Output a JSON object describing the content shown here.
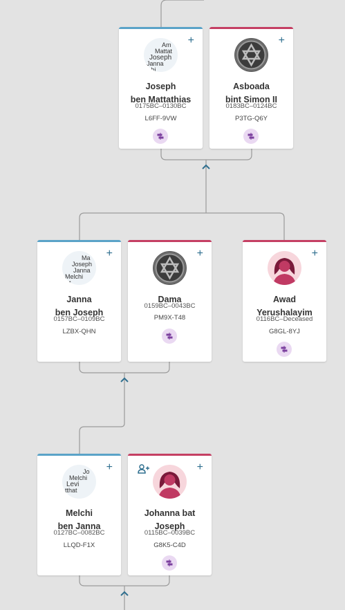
{
  "cards": {
    "joseph": {
      "name1": "Joseph",
      "name2": "ben Mattathias",
      "dates": "0175BC–0130BC",
      "pid": "L6FF-9VW",
      "cloud": [
        "Am",
        "Mattat",
        "Joseph",
        "Janna",
        "lchi"
      ]
    },
    "asboada": {
      "name1": "Asboada",
      "name2": "bint Simon II",
      "dates": "0183BC–0124BC",
      "pid": "P3TG-Q6Y"
    },
    "janna": {
      "name1": "Janna",
      "name2": "ben Joseph",
      "dates": "0157BC–0109BC",
      "pid": "LZBX-QHN",
      "cloud": [
        "Ma",
        "Joseph",
        "Janna",
        "Melchi",
        "t"
      ]
    },
    "dama": {
      "name1": "Dama",
      "name2": "",
      "dates": "0159BC–0043BC",
      "pid": "PM9X-T48"
    },
    "awad": {
      "name1": "Awad",
      "name2": "Yerushalayim",
      "dates": "0116BC–Deceased",
      "pid": "G8GL-8YJ"
    },
    "melchi": {
      "name1": "Melchi",
      "name2": "ben Janna",
      "dates": "0127BC–0082BC",
      "pid": "LLQD-F1X",
      "cloud": [
        "Jo",
        "Melchi",
        "Levi",
        "tthat"
      ]
    },
    "johanna": {
      "name1": "Johanna bat",
      "name2": "Joseph",
      "dates": "0115BC–0039BC",
      "pid": "G8K5-C4D"
    }
  },
  "icons": {
    "plus": "+",
    "tree": "tree-icon",
    "person_add": "persons-icon",
    "up": "chevron-up-icon"
  },
  "colors": {
    "male": "#5aa3c8",
    "female": "#c53f63",
    "line": "#9a9a9a",
    "accent": "#2f6f8f",
    "tree_bg": "#ead9f2",
    "tree_fg": "#7b3f9e"
  }
}
